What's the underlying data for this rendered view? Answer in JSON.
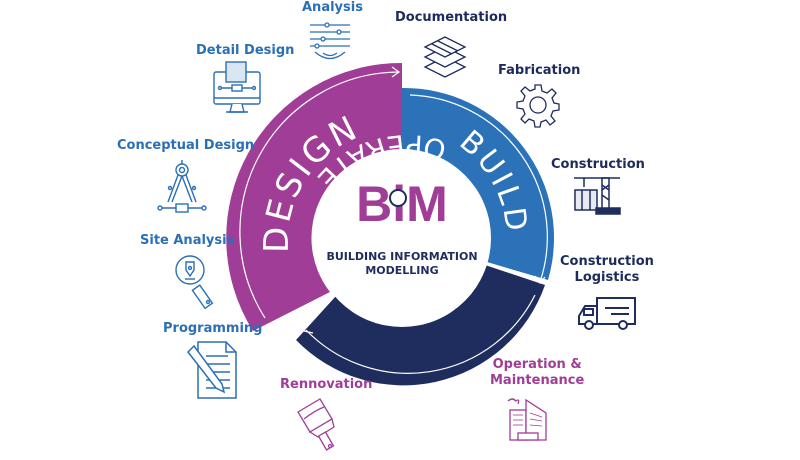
{
  "center": {
    "logo": "BiM",
    "line1": "BUILDING INFORMATION",
    "line2": "MODELLING"
  },
  "phases": [
    {
      "label": "DESIGN",
      "color": "#a03d97"
    },
    {
      "label": "BUILD",
      "color": "#2b72b8"
    },
    {
      "label": "OPERATE",
      "color": "#1e2d5e"
    }
  ],
  "stages": {
    "analysis": "Analysis",
    "documentation": "Documentation",
    "fabrication": "Fabrication",
    "construction": "Construction",
    "construction_logistics_1": "Construction",
    "construction_logistics_2": "Logistics",
    "operation_1": "Operation &",
    "operation_2": "Maintenance",
    "rennovation": "Rennovation",
    "programming": "Programming",
    "site_analysis": "Site Analysis",
    "conceptual_design": "Conceptual Design",
    "detail_design": "Detail Design"
  }
}
